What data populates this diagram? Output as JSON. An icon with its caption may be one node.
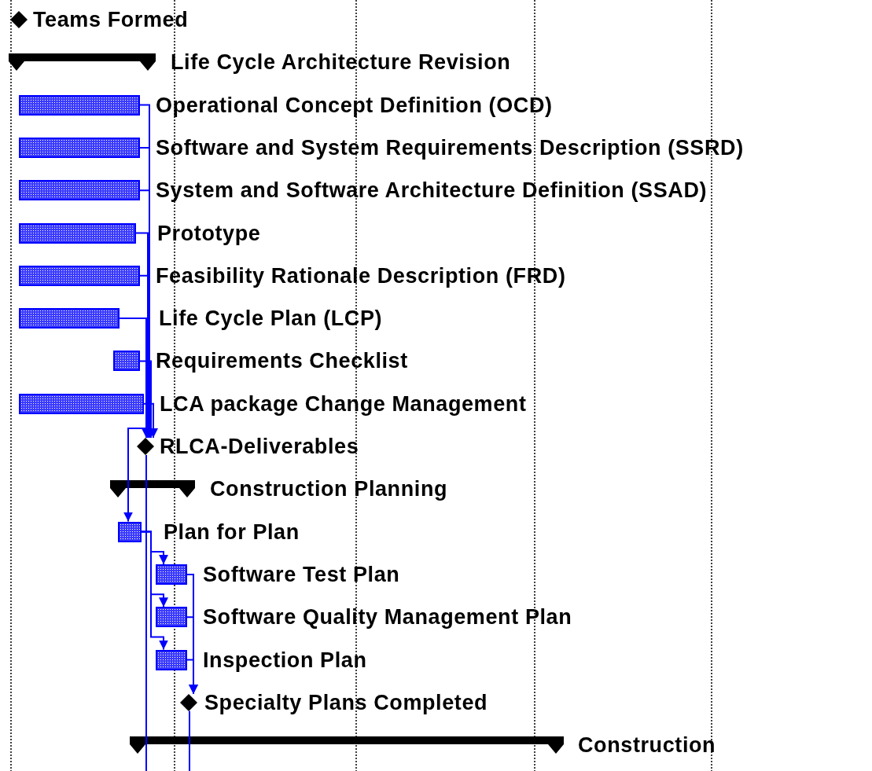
{
  "diagram": {
    "nodes": [
      {
        "text": [
          "Teams Formed"
        ]
      },
      {
        "text": [
          "Life Cycle Architecture Revision"
        ]
      },
      {
        "text": [
          "Operational Concept Definition (OCD)"
        ]
      },
      {
        "text": [
          "Software and System Requirements Description (SSRD)"
        ]
      },
      {
        "text": [
          "System and Software Architecture Definition (SSAD)"
        ]
      },
      {
        "text": [
          "Prototype"
        ]
      },
      {
        "text": [
          "Feasibility Rationale Description (FRD)"
        ]
      },
      {
        "text": [
          "Life Cycle Plan (LCP)"
        ]
      },
      {
        "text": [
          "Requirements Checklist"
        ]
      },
      {
        "text": [
          "LCA package Change Management"
        ]
      },
      {
        "text": [
          "RLCA-Deliverables"
        ]
      },
      {
        "text": [
          "Construction Planning"
        ]
      },
      {
        "text": [
          "Plan for Plan"
        ]
      },
      {
        "text": [
          "Software Test Plan"
        ]
      },
      {
        "text": [
          "Software Quality Management Plan"
        ]
      },
      {
        "text": [
          "Inspection Plan"
        ]
      },
      {
        "text": [
          "Specialty Plans Completed"
        ]
      },
      {
        "text": [
          "Construction"
        ]
      }
    ],
    "edges": [
      {
        "from": 2,
        "to": 10,
        "arrow": "to"
      },
      {
        "from": 3,
        "to": 10,
        "arrow": "to"
      },
      {
        "from": 4,
        "to": 10,
        "arrow": "to"
      },
      {
        "from": 5,
        "to": 10,
        "arrow": "to"
      },
      {
        "from": 6,
        "to": 10,
        "arrow": "to"
      },
      {
        "from": 7,
        "to": 10,
        "arrow": "to"
      },
      {
        "from": 8,
        "to": 10,
        "arrow": "to"
      },
      {
        "from": 9,
        "to": 10,
        "arrow": "to"
      },
      {
        "from": 7,
        "to": 12,
        "arrow": "to"
      },
      {
        "from": 12,
        "to": 13,
        "arrow": "to"
      },
      {
        "from": 12,
        "to": 14,
        "arrow": "to"
      },
      {
        "from": 12,
        "to": 15,
        "arrow": "to"
      },
      {
        "from": 13,
        "to": 16,
        "arrow": "to"
      },
      {
        "from": 14,
        "to": 16,
        "arrow": "to"
      },
      {
        "from": 15,
        "to": 16,
        "arrow": "to"
      },
      {
        "from": 10,
        "to": null,
        "arrow": "none"
      },
      {
        "from": 16,
        "to": null,
        "arrow": "none"
      }
    ]
  }
}
